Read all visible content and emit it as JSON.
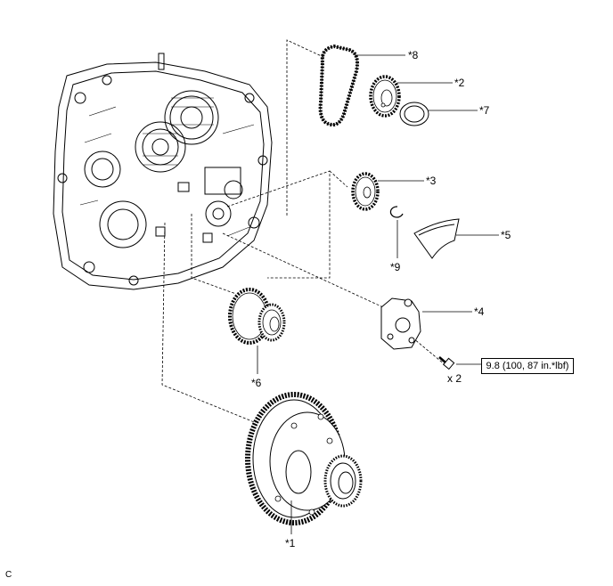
{
  "labels": {
    "p1": "*1",
    "p2": "*2",
    "p3": "*3",
    "p4": "*4",
    "p5": "*5",
    "p6": "*6",
    "p7": "*7",
    "p8": "*8",
    "p9": "*9"
  },
  "torque_spec": "9.8 (100, 87 in.*lbf)",
  "quantity": "x 2",
  "corner_code": "C",
  "colors": {
    "line": "#000000",
    "background": "#ffffff"
  }
}
